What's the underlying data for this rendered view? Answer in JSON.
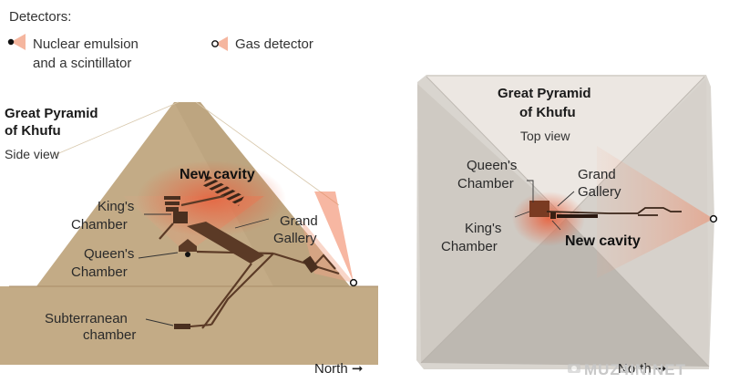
{
  "legend": {
    "title": "Detectors:",
    "nuclear_line1": "Nuclear emulsion",
    "nuclear_line2": "and a scintillator",
    "gas": "Gas detector"
  },
  "side_view": {
    "title_line1": "Great Pyramid",
    "title_line2": "of Khufu",
    "subtitle": "Side view",
    "new_cavity": "New cavity",
    "kings_line1": "King's",
    "kings_line2": "Chamber",
    "queens_line1": "Queen's",
    "queens_line2": "Chamber",
    "grand_line1": "Grand",
    "grand_line2": "Gallery",
    "subterranean_line1": "Subterranean",
    "subterranean_line2": "chamber",
    "north": "North"
  },
  "top_view": {
    "title_line1": "Great Pyramid",
    "title_line2": "of Khufu",
    "subtitle": "Top view",
    "queens_line1": "Queen's",
    "queens_line2": "Chamber",
    "grand_line1": "Grand",
    "grand_line2": "Gallery",
    "kings_line1": "King's",
    "kings_line2": "Chamber",
    "new_cavity": "New cavity",
    "north": "North"
  },
  "watermark": "MUZ4IN.NET",
  "colors": {
    "stone": "#c3ab86",
    "stone_dark": "#5b3a26",
    "detector_fan": "#f2a487",
    "cavity_glow": "#e8603c",
    "top_stone": "#d9d5cf"
  }
}
